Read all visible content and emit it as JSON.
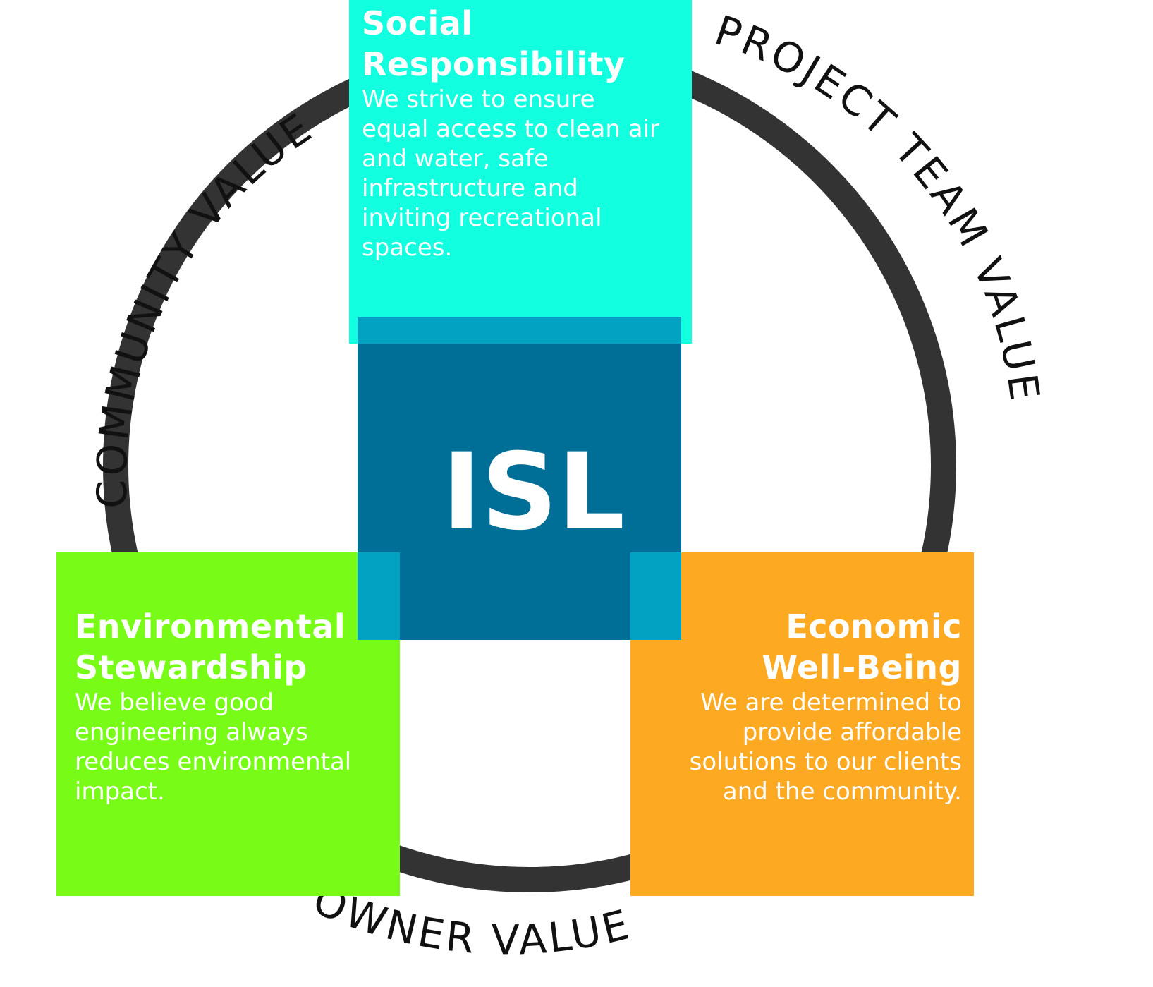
{
  "colors": {
    "ring": "#333333",
    "social": "#12FFE0",
    "environmental": "#77FB17",
    "economic": "#FDA921",
    "center": "#006F97",
    "overlap": "#02A2C2",
    "text_light": "#FFFFFF",
    "text_dark": "#111111"
  },
  "center": {
    "label": "ISL"
  },
  "ring_labels": {
    "community": "COMMUNITY VALUE",
    "project_team": "PROJECT TEAM VALUE",
    "owner": "OWNER VALUE"
  },
  "boxes": {
    "social": {
      "title_line1": "Social",
      "title_line2": "Responsibility",
      "body": [
        "We strive to ensure",
        "equal access to clean air",
        "and water, safe",
        "infrastructure and",
        "inviting recreational",
        "spaces."
      ]
    },
    "environmental": {
      "title_line1": "Environmental",
      "title_line2": "Stewardship",
      "body": [
        "We believe good",
        "engineering always",
        "reduces environmental",
        "impact."
      ]
    },
    "economic": {
      "title_line1": "Economic",
      "title_line2": "Well-Being",
      "body": [
        "We are determined to",
        "provide affordable",
        "solutions to our clients",
        "and the community."
      ]
    }
  }
}
